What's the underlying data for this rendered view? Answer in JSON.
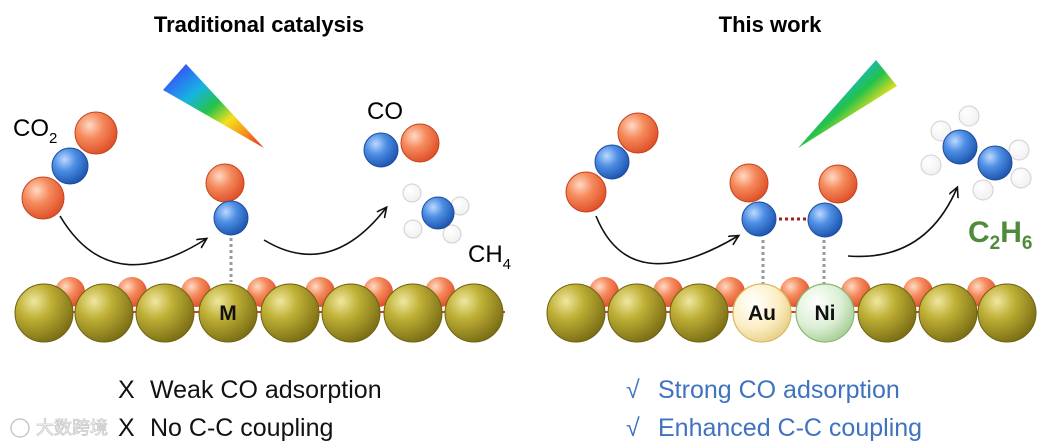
{
  "headings": {
    "left": "Traditional catalysis",
    "right": "This work"
  },
  "left_panel": {
    "reactant": {
      "main": "CO",
      "sub": "2"
    },
    "product_co": "CO",
    "product_ch4": {
      "main": "CH",
      "sub": "4"
    },
    "site_label": "M",
    "notes": [
      {
        "mark": "X",
        "text": "Weak CO adsorption"
      },
      {
        "mark": "X",
        "text": "No C-C coupling"
      }
    ]
  },
  "right_panel": {
    "site_labels": [
      "Au",
      "Ni"
    ],
    "product": {
      "p1": "C",
      "s1": "2",
      "p2": "H",
      "s2": "6"
    },
    "notes": [
      {
        "mark": "√",
        "text": "Strong CO adsorption"
      },
      {
        "mark": "√",
        "text": "Enhanced C-C coupling"
      }
    ]
  },
  "colors": {
    "oxygen": "#f07c4e",
    "carbon": "#3f7fd6",
    "hydrogen": "#ffffff",
    "substrate": "#b9a832",
    "au_site": "#fbeec2",
    "ni_site": "#d8ecd0",
    "right_notes": "#3f73c0",
    "product_green": "#4f8c3a",
    "dimer_link": "#a42020"
  },
  "watermark": "大数跨境"
}
